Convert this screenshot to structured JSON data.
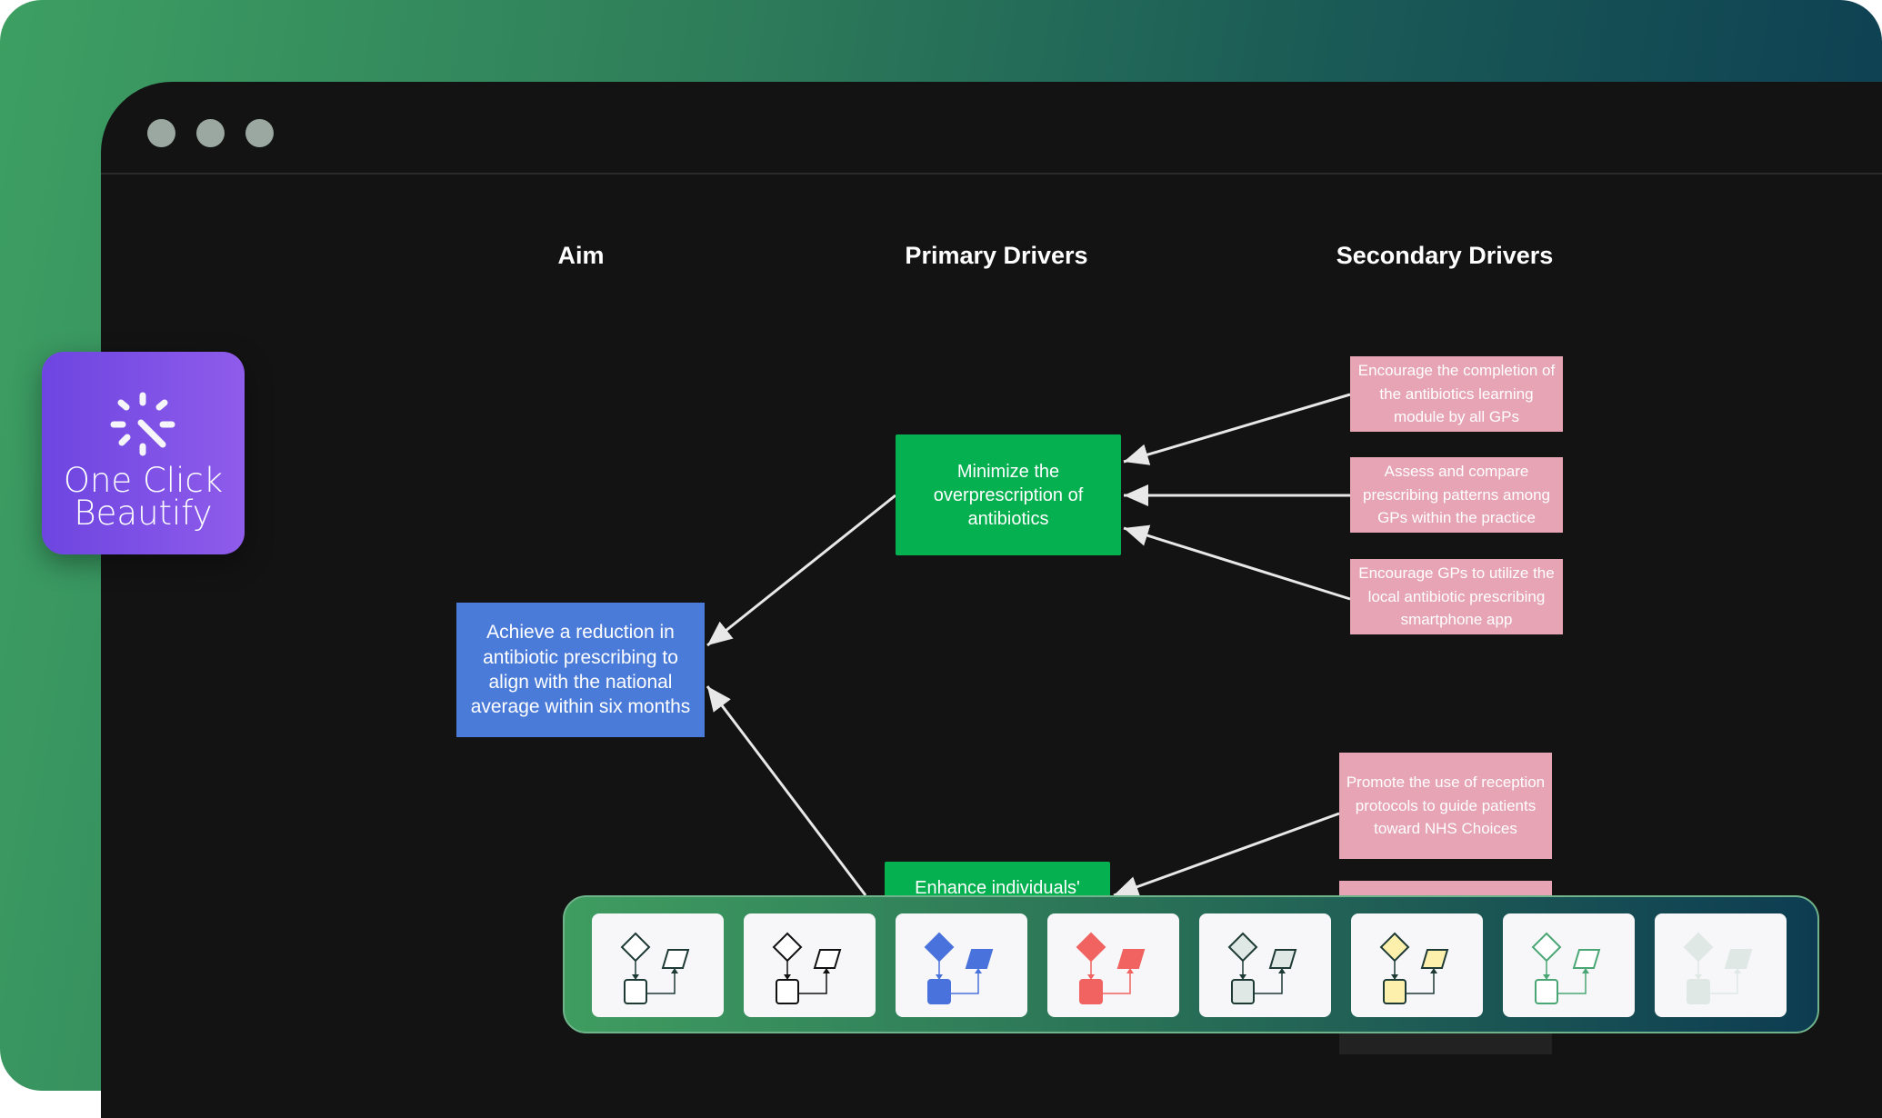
{
  "headers": {
    "aim": "Aim",
    "primary": "Primary Drivers",
    "secondary": "Secondary Drivers"
  },
  "aim": "Achieve a reduction in antibiotic prescribing to align with the national average within six months",
  "primary": [
    "Minimize the overprescription of antibiotics",
    "Enhance individuals'"
  ],
  "secondary": [
    "Encourage the completion of the antibiotics learning module by all GPs",
    "Assess and compare prescribing patterns among GPs within the practice",
    "Encourage GPs to utilize the local antibiotic prescribing smartphone app",
    "Promote the use of reception protocols to guide patients toward NHS Choices"
  ],
  "badge": {
    "line1": "One Click",
    "line2": "Beautify",
    "icon": "magic-wand-sparkle-icon"
  },
  "themes": [
    {
      "name": "outline-default",
      "fill": "#ffffff",
      "stroke": "#1e3a34"
    },
    {
      "name": "outline-bold",
      "fill": "#ffffff",
      "stroke": "#111111"
    },
    {
      "name": "blue",
      "fill": "#4a72dc",
      "stroke": "#4a72dc"
    },
    {
      "name": "red",
      "fill": "#f06360",
      "stroke": "#f06360"
    },
    {
      "name": "grey",
      "fill": "#dfe8e5",
      "stroke": "#1e3a34"
    },
    {
      "name": "yellow",
      "fill": "#fdf0ad",
      "stroke": "#1e3a34"
    },
    {
      "name": "green-outline",
      "fill": "#ffffff",
      "stroke": "#4aa775"
    },
    {
      "name": "soft-grey",
      "fill": "#dfe8e5",
      "stroke": "#dfe8e5"
    }
  ],
  "colors": {
    "aim": "#4a7bd8",
    "primary": "#04b050",
    "secondary": "#e6a4b4"
  }
}
